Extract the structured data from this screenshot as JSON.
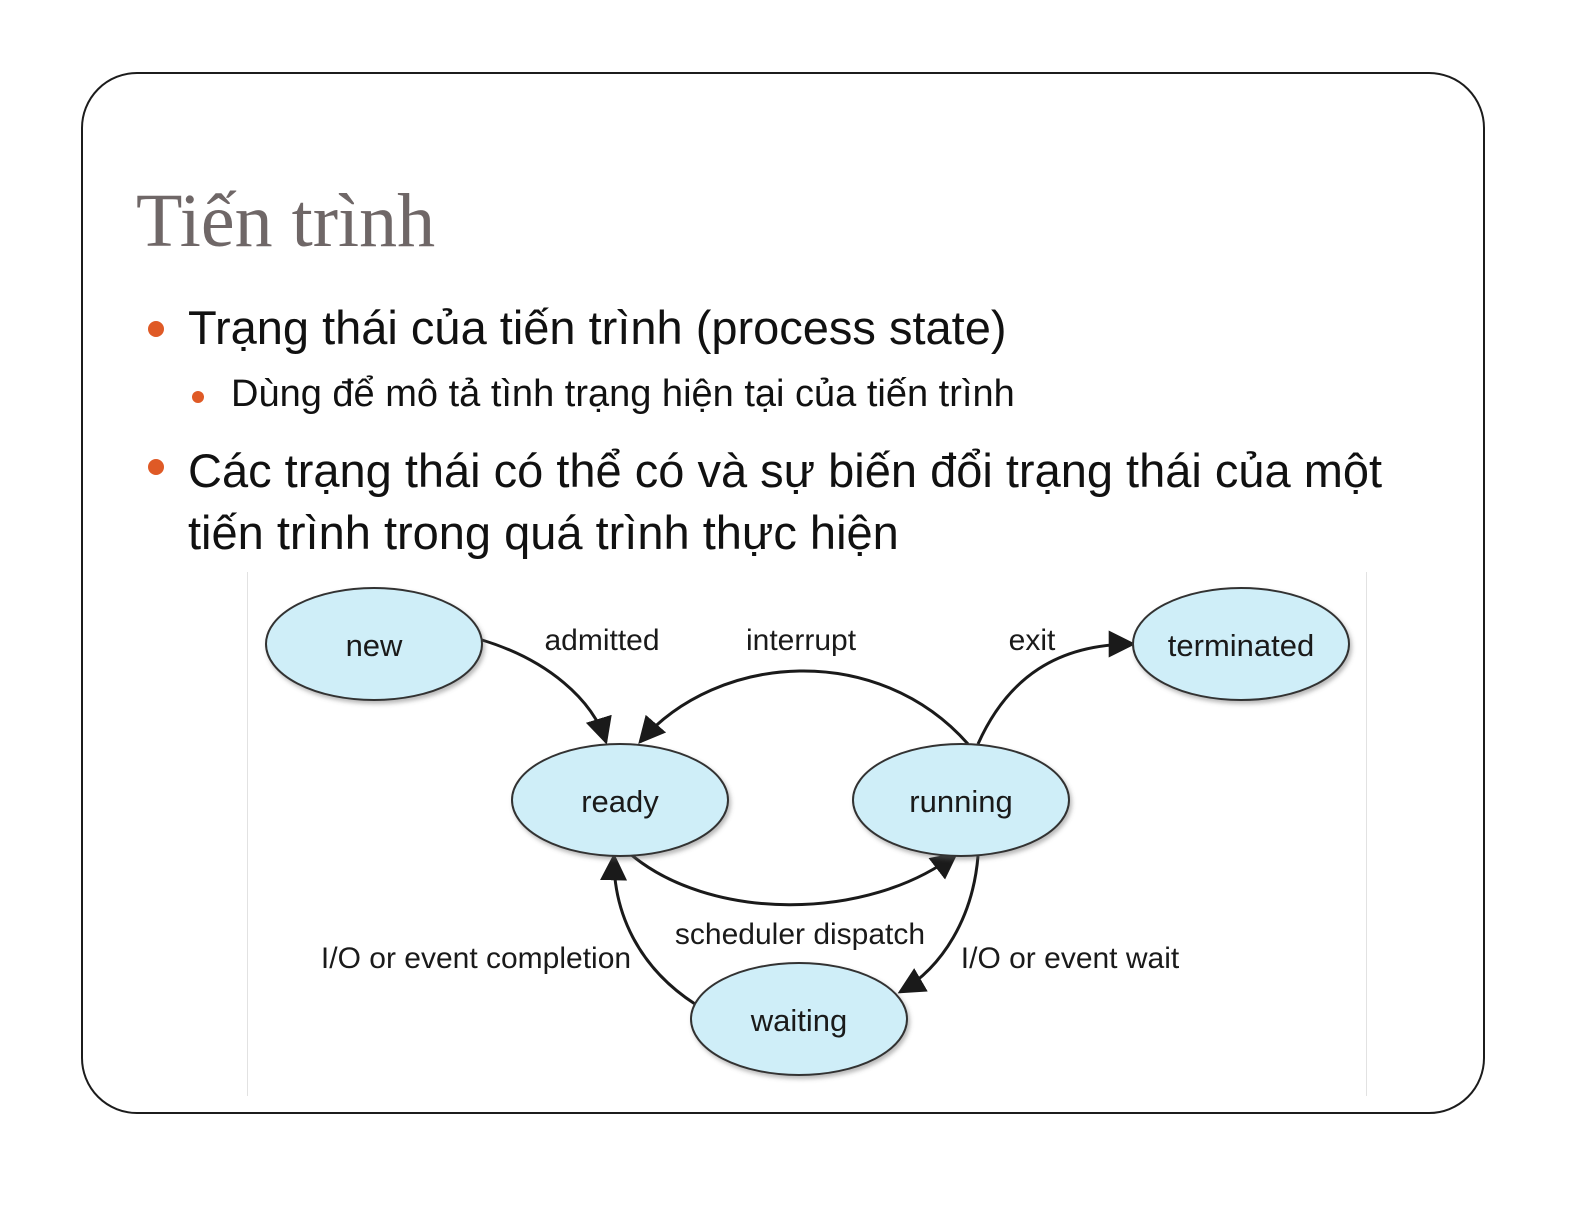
{
  "slide": {
    "title": "Tiến trình",
    "bullets": [
      "Trạng thái của tiến trình (process state)",
      "Dùng để mô tả tình trạng hiện tại của tiến trình",
      "Các trạng thái có thể có và sự biến đổi trạng thái của một tiến trình trong quá trình thực hiện"
    ]
  },
  "colors": {
    "bullet": "#df5a26",
    "title": "#6f6767",
    "state_fill": "#cfeef8"
  },
  "diagram": {
    "states": {
      "new": "new",
      "ready": "ready",
      "running": "running",
      "waiting": "waiting",
      "terminated": "terminated"
    },
    "transitions": {
      "admitted": "admitted",
      "interrupt": "interrupt",
      "exit": "exit",
      "scheduler_dispatch": "scheduler dispatch",
      "io_completion": "I/O or event completion",
      "io_wait": "I/O or event wait"
    }
  }
}
